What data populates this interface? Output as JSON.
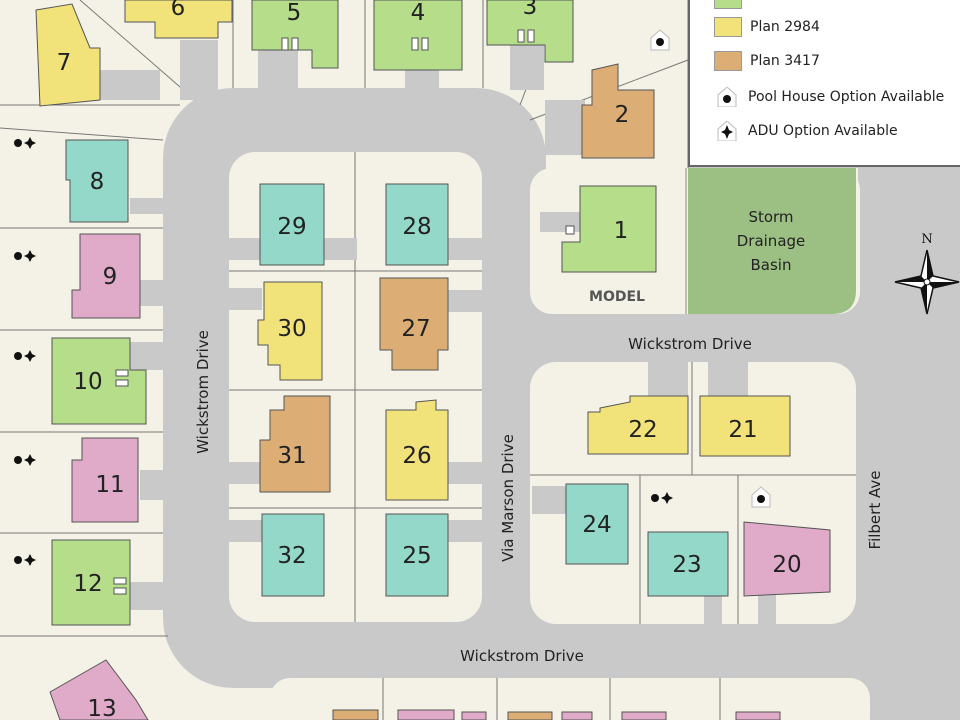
{
  "colors": {
    "green": "#b5dd8a",
    "yellow": "#f2e27a",
    "orange": "#dcae76",
    "teal": "#93d8c8",
    "pink": "#e0abc9",
    "road": "#c9c9c9",
    "lot": "#f4f2e6",
    "basin": "#9cc083"
  },
  "legend": {
    "plan_2984": "Plan 2984",
    "plan_3417": "Plan 3417",
    "pool_house": "Pool House Option Available",
    "adu": "ADU Option Available"
  },
  "streets": {
    "wickstrom_left": "Wickstrom Drive",
    "wickstrom_mid": "Wickstrom Drive",
    "wickstrom_bottom": "Wickstrom Drive",
    "via_marson": "Via Marson Drive",
    "filbert": "Filbert Ave"
  },
  "labels": {
    "model": "MODEL",
    "basin_line1": "Storm",
    "basin_line2": "Drainage",
    "basin_line3": "Basin",
    "north": "N"
  },
  "lots": [
    {
      "num": "1",
      "color": "green"
    },
    {
      "num": "2",
      "color": "orange"
    },
    {
      "num": "3",
      "color": "green"
    },
    {
      "num": "4",
      "color": "green"
    },
    {
      "num": "5",
      "color": "green"
    },
    {
      "num": "6",
      "color": "yellow"
    },
    {
      "num": "7",
      "color": "yellow"
    },
    {
      "num": "8",
      "color": "teal"
    },
    {
      "num": "9",
      "color": "pink"
    },
    {
      "num": "10",
      "color": "green"
    },
    {
      "num": "11",
      "color": "pink"
    },
    {
      "num": "12",
      "color": "green"
    },
    {
      "num": "13",
      "color": "pink"
    },
    {
      "num": "20",
      "color": "pink"
    },
    {
      "num": "21",
      "color": "yellow"
    },
    {
      "num": "22",
      "color": "yellow"
    },
    {
      "num": "23",
      "color": "teal"
    },
    {
      "num": "24",
      "color": "teal"
    },
    {
      "num": "25",
      "color": "teal"
    },
    {
      "num": "26",
      "color": "yellow"
    },
    {
      "num": "27",
      "color": "orange"
    },
    {
      "num": "28",
      "color": "teal"
    },
    {
      "num": "29",
      "color": "teal"
    },
    {
      "num": "30",
      "color": "yellow"
    },
    {
      "num": "31",
      "color": "orange"
    },
    {
      "num": "32",
      "color": "teal"
    }
  ]
}
